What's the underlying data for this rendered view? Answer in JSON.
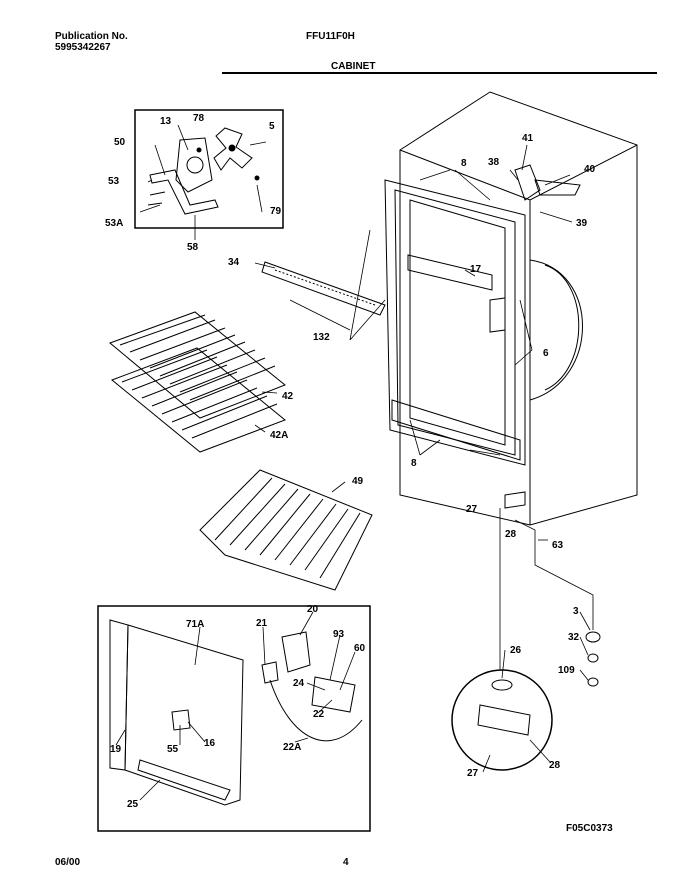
{
  "header": {
    "publication_label": "Publication No.",
    "publication_number": "5995342267",
    "model": "FFU11F0H",
    "section_title": "CABINET"
  },
  "footer": {
    "date": "06/00",
    "page": "4",
    "drawing_code": "F05C0373"
  },
  "labels": {
    "p13": "13",
    "p78": "78",
    "p5": "5",
    "p50": "50",
    "p53": "53",
    "p53a": "53A",
    "p58": "58",
    "p79": "79",
    "p41": "41",
    "p38": "38",
    "p40": "40",
    "p39": "39",
    "p8a": "8",
    "p34": "34",
    "p17": "17",
    "p132": "132",
    "p6": "6",
    "p42": "42",
    "p42a": "42A",
    "p8b": "8",
    "p49": "49",
    "p27a": "27",
    "p28a": "28",
    "p63": "63",
    "p71a": "71A",
    "p21": "21",
    "p20": "20",
    "p93": "93",
    "p60": "60",
    "p24": "24",
    "p22": "22",
    "p55": "55",
    "p16": "16",
    "p22a": "22A",
    "p19": "19",
    "p25": "25",
    "p3": "3",
    "p32": "32",
    "p109": "109",
    "p26": "26",
    "p27b": "27",
    "p28b": "28"
  }
}
